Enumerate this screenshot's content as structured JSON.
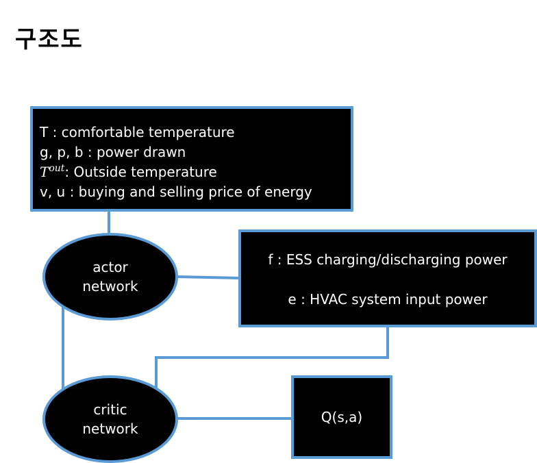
{
  "title": "구조도",
  "input_box": {
    "line1": "T : comfortable temperature",
    "line2": "g, p, b : power drawn",
    "line3_symbol": "T",
    "line3_superscript": "out",
    "line3_text": ": Outside temperature",
    "line4": "v, u : buying and selling price of energy"
  },
  "actor_node": {
    "line1": "actor",
    "line2": "network"
  },
  "action_box": {
    "line1": "f : ESS charging/discharging power",
    "line2": "e : HVAC system input power"
  },
  "critic_node": {
    "line1": "critic",
    "line2": "network"
  },
  "q_box": {
    "label": "Q(s,a)"
  },
  "colors": {
    "border": "#5b9bd5",
    "fill": "#000000",
    "text": "#ffffff"
  }
}
